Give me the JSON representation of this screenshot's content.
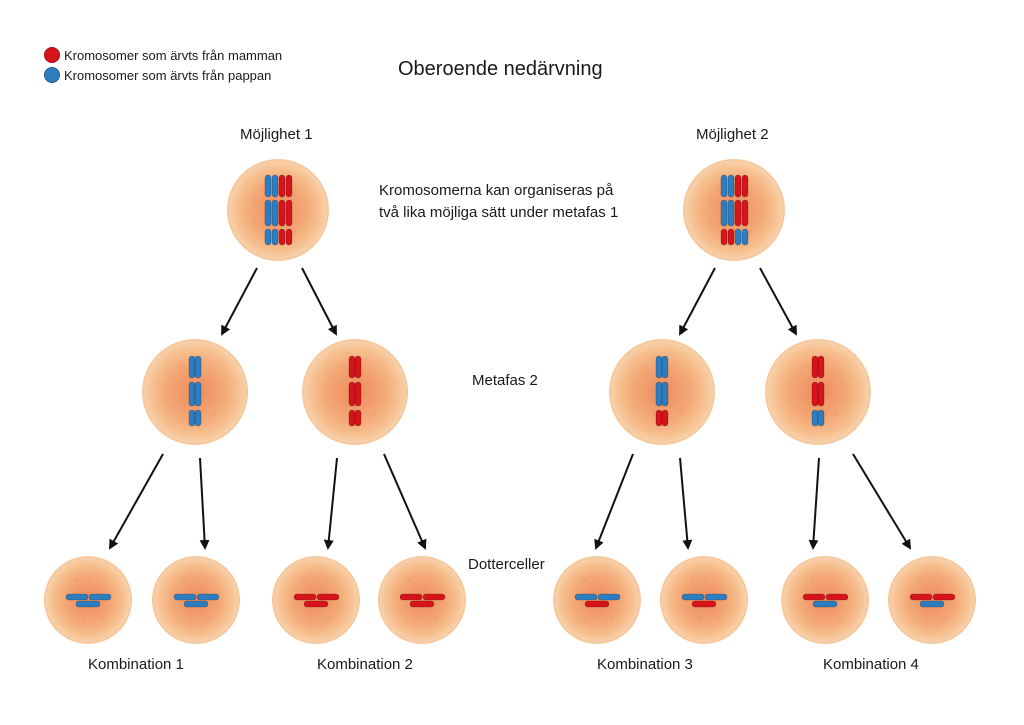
{
  "title": "Oberoende nedärvning",
  "legend": [
    {
      "label": "Kromosomer som ärvts från mamman",
      "color": "#d7141c"
    },
    {
      "label": "Kromosomer som ärvts från pappan",
      "color": "#2f7dc1"
    }
  ],
  "possibilities": [
    "Möjlighet 1",
    "Möjlighet 2"
  ],
  "description": [
    "Kromosomerna kan organiseras på",
    "två lika möjliga sätt under metafas 1"
  ],
  "stage_labels": {
    "metaphase2": "Metafas 2",
    "daughter": "Dotterceller"
  },
  "combinations": [
    "Kombination 1",
    "Kombination 2",
    "Kombination 3",
    "Kombination 4"
  ],
  "colors": {
    "maternal": "#d7141c",
    "paternal": "#2f7dc1",
    "cell_fill": "#f4b585",
    "cell_rim": "#f9d2ad",
    "arrow": "#111111"
  }
}
